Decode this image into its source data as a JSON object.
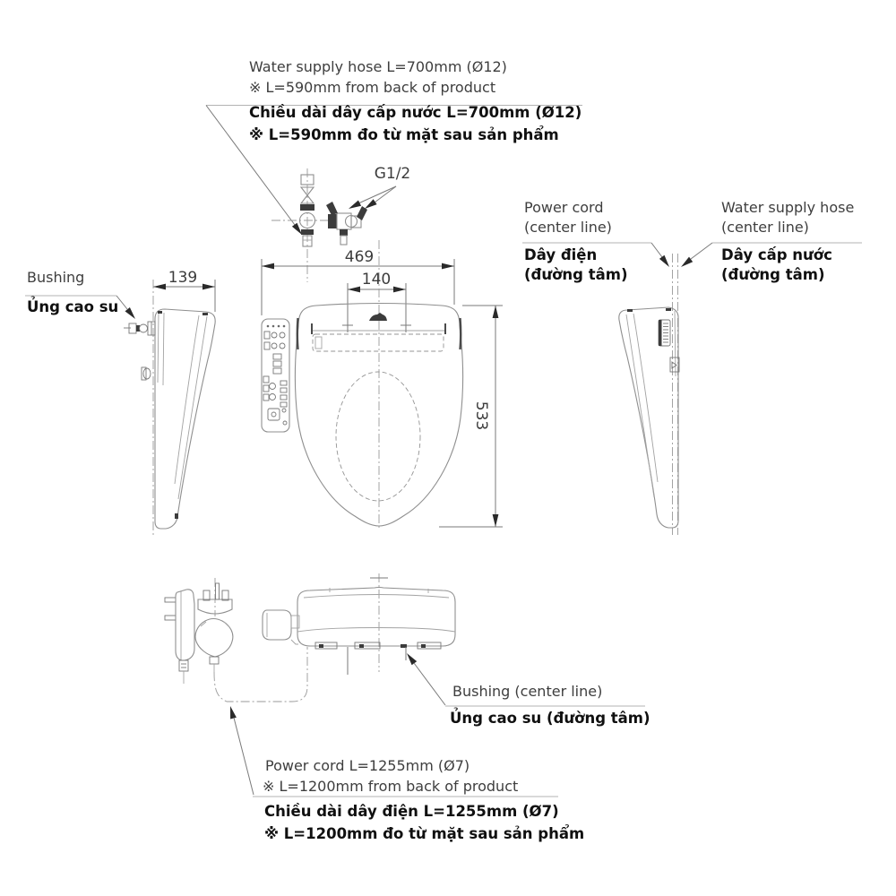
{
  "diagram": {
    "type": "technical-installation-drawing",
    "product": "bidet toilet seat",
    "top_note": {
      "en1": "Water supply hose L=700mm (Ø12)",
      "en2": "※ L=590mm from back of product",
      "vi1": "Chiều dài dây cấp nước L=700mm (Ø12)",
      "vi2": "※ L=590mm đo từ mặt sau sản phẩm"
    },
    "thread_label": "G1/2",
    "power_cord_label": {
      "en1": "Power cord",
      "en2": "(center line)",
      "vi1": "Dây điện",
      "vi2": "(đường tâm)"
    },
    "water_hose_label": {
      "en1": "Water supply hose",
      "en2": "(center line)",
      "vi1": "Dây cấp nước",
      "vi2": "(đường tâm)"
    },
    "bushing_side_label": {
      "en": "Bushing",
      "vi": "Ủng cao su"
    },
    "bushing_bottom_label": {
      "en": "Bushing (center line)",
      "vi": "Ủng cao su (đường tâm)"
    },
    "bottom_note": {
      "en1": "Power cord L=1255mm (Ø7)",
      "en2": "※ L=1200mm from back of product",
      "vi1": "Chiều dài dây điện L=1255mm (Ø7)",
      "vi2": "※ L=1200mm đo từ mặt sau sản phẩm"
    },
    "dimensions": {
      "overall_width": "469",
      "mounting_hole_spacing": "140",
      "overall_depth": "533",
      "side_width": "139"
    },
    "colors": {
      "background": "#ffffff",
      "outline": "#8f8f8f",
      "dark_detail": "#3c3c3c",
      "text_en": "#3e3e3e",
      "text_vi": "#101010",
      "leader": "#b3b3b3"
    }
  }
}
